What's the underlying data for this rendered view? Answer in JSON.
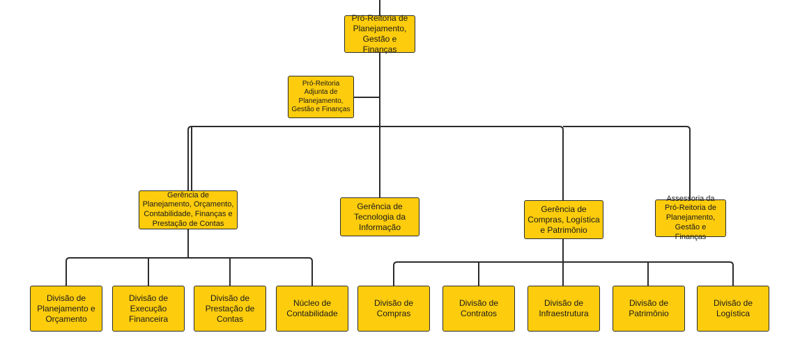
{
  "org_chart": {
    "root": "Pró-Reitoria de Planejamento, Gestão e Finanças",
    "adjunct": "Pró-Reitoria Adjunta de Planejamento, Gestão e Finanças",
    "gerencia_planejamento": "Gerência de Planejamento, Orçamento, Contabilidade, Finanças e Prestação de Contas",
    "gerencia_ti": "Gerência de Tecnologia da Informação",
    "gerencia_compras": "Gerência de Compras, Logística e Patrimônio",
    "assessoria": "Assessoria da Pró-Reitoria de Planejamento, Gestão e Finanças",
    "divisao_planejamento": "Divisão de Planejamento e Orçamento",
    "divisao_execucao": "Divisão de Execução Financeira",
    "divisao_prestacao": "Divisão de Prestação de Contas",
    "nucleo_contabilidade": "Núcleo de Contabilidade",
    "divisao_compras": "Divisão de Compras",
    "divisao_contratos": "Divisão de Contratos",
    "divisao_infraestrutura": "Divisão de Infraestrutura",
    "divisao_patrimonio": "Divisão de Patrimônio",
    "divisao_logistica": "Divisão de Logística"
  },
  "colors": {
    "box_fill": "#fccc0d",
    "line": "#2b2b2b"
  }
}
